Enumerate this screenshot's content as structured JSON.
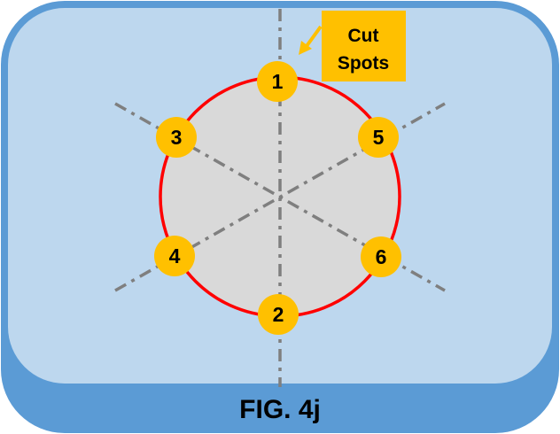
{
  "figure_label": "FIG. 4j",
  "callout": {
    "line1": "Cut",
    "line2": "Spots"
  },
  "spots": [
    "1",
    "2",
    "3",
    "4",
    "5",
    "6"
  ],
  "colors": {
    "frame": "#5b9bd5",
    "panel": "#bdd7ee",
    "disc_fill": "#d9d9d9",
    "disc_stroke": "#ff0000",
    "spot": "#ffc000",
    "axis": "#7f7f7f",
    "callout": "#ffc000"
  }
}
